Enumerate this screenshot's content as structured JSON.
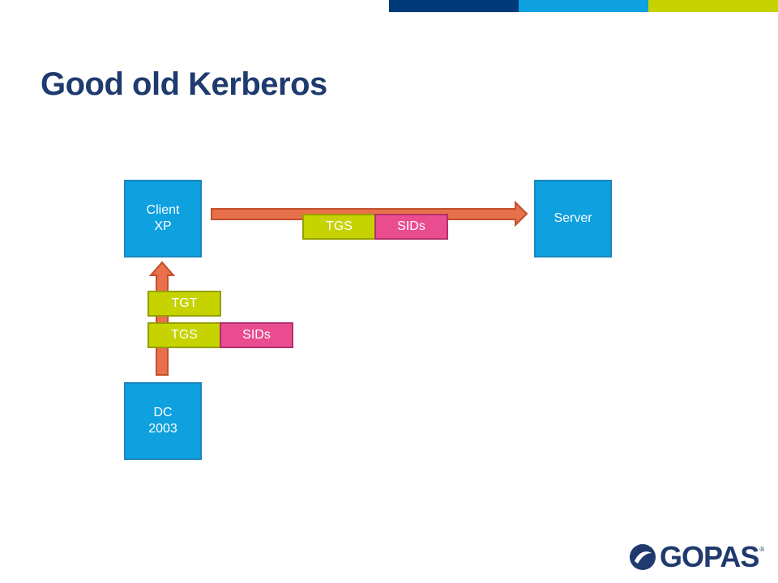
{
  "slide": {
    "title": "Good old Kerberos"
  },
  "brand": {
    "bar_colors": [
      "#003a78",
      "#0ea0df",
      "#c6d300"
    ],
    "title_color": "#1f3a6e",
    "logo_text": "GOPAS",
    "logo_mark": "®"
  },
  "diagram": {
    "nodes": {
      "client": "Client\nXP",
      "server": "Server",
      "dc": "DC\n2003"
    },
    "tickets": {
      "top_tgs": "TGS",
      "top_sids": "SIDs",
      "left_tgt": "TGT",
      "left_tgs": "TGS",
      "left_sids": "SIDs"
    },
    "colors": {
      "node_fill": "#0ea0df",
      "ticket_fill": "#c6d300",
      "sid_fill": "#ea4d8f",
      "arrow_fill": "#e8704a"
    }
  }
}
